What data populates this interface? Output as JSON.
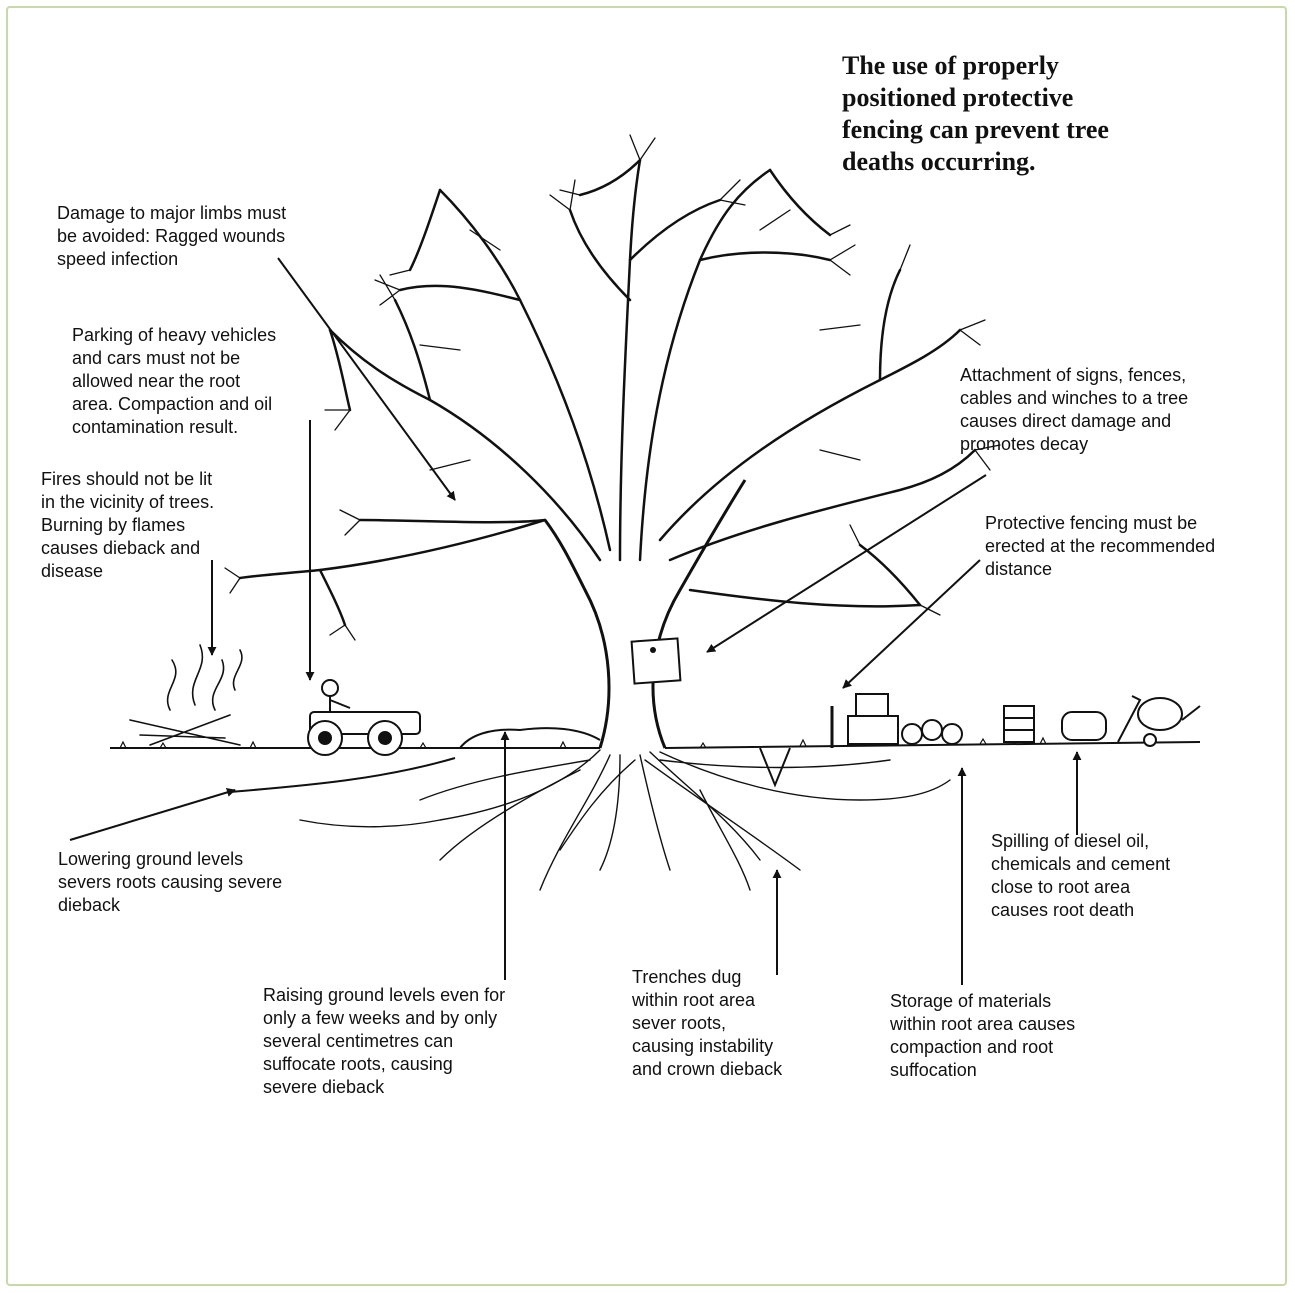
{
  "title": "The use of properly\npositioned protective\nfencing can prevent tree\ndeaths occurring.",
  "colors": {
    "ink": "#111111",
    "frame": "#c8d9a8",
    "background": "#ffffff"
  },
  "icons": [
    "tree-illustration",
    "bonfire-icon",
    "tractor-icon",
    "sign-board-icon",
    "fence-post-icon",
    "crates-icon",
    "pipes-icon",
    "drum-icon",
    "cement-mixer-icon"
  ],
  "labels": {
    "limbs": "Damage to major limbs must\nbe avoided: Ragged wounds\nspeed infection",
    "parking": "Parking of heavy vehicles\nand cars must not be\nallowed near the root\narea. Compaction and oil\ncontamination result.",
    "fires": "Fires should not be lit\nin the vicinity of trees.\nBurning by flames\ncauses dieback and\ndisease",
    "attachment": "Attachment of signs, fences,\ncables and winches to a tree\ncauses direct damage and\npromotes decay",
    "fencing": "Protective fencing must be\nerected at the recommended\ndistance",
    "lowering": "Lowering ground levels\nsevers roots causing severe\ndieback",
    "spilling": "Spilling of diesel oil,\nchemicals and cement\nclose to root area\ncauses root death",
    "raising": "Raising ground levels even for\nonly a few weeks and by only\nseveral centimetres can\nsuffocate roots, causing\nsevere dieback",
    "trenches": "Trenches dug\nwithin root area\nsever roots,\ncausing instability\nand crown dieback",
    "storage": "Storage of materials\nwithin root area causes\ncompaction and root\nsuffocation"
  }
}
